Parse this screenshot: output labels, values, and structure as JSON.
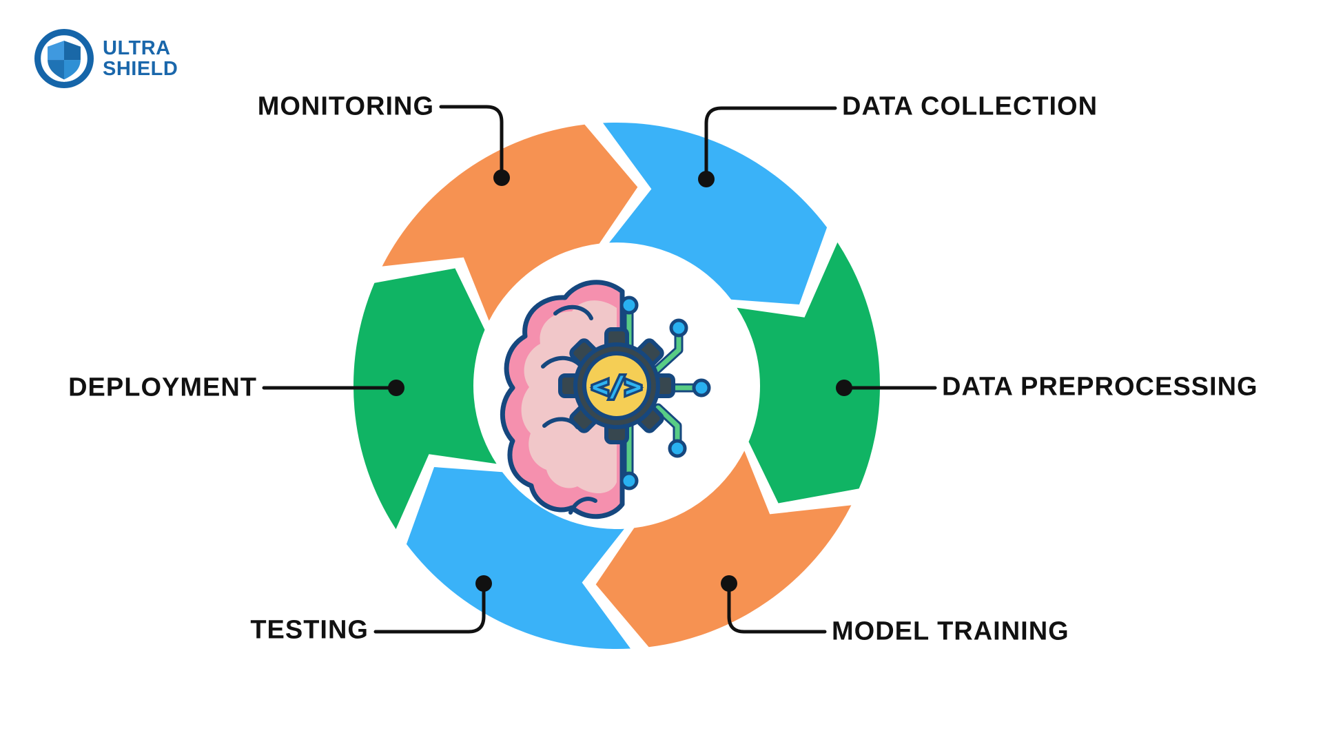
{
  "logo": {
    "line1": "ULTRA",
    "line2": "SHIELD",
    "brand_color": "#1A67AB",
    "icon": "shield-icon"
  },
  "diagram": {
    "type": "cycle",
    "center_icon": "brain-gear-circuit-icon",
    "colors": {
      "orange": "#F69252",
      "blue": "#3AB2F8",
      "green": "#10B464",
      "connector": "#111111",
      "label_text": "#111111",
      "background": "#FFFFFF"
    },
    "steps": [
      {
        "label": "DATA COLLECTION",
        "color": "blue",
        "position": "top-right"
      },
      {
        "label": "DATA PREPROCESSING",
        "color": "green",
        "position": "right"
      },
      {
        "label": "MODEL TRAINING",
        "color": "orange",
        "position": "bottom-right"
      },
      {
        "label": "TESTING",
        "color": "blue",
        "position": "bottom-left"
      },
      {
        "label": "DEPLOYMENT",
        "color": "green",
        "position": "left"
      },
      {
        "label": "MONITORING",
        "color": "orange",
        "position": "top-left"
      }
    ]
  }
}
